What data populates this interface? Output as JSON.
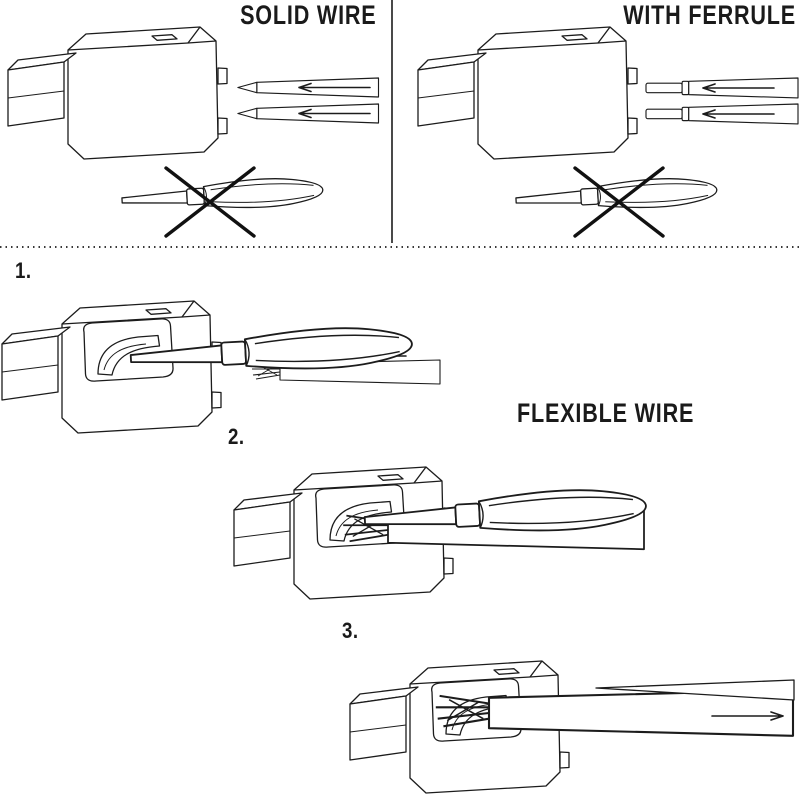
{
  "diagram": {
    "panels": {
      "solid_wire_label": "SOLID WIRE",
      "with_ferrule_label": "WITH FERRULE",
      "flexible_wire_label": "FLEXIBLE WIRE"
    },
    "steps": [
      {
        "label": "1."
      },
      {
        "label": "2."
      },
      {
        "label": "3."
      }
    ],
    "icons": {
      "connector": "push-in-terminal-connector-illustration",
      "screwdriver": "flat-screwdriver-icon",
      "cross": "no-screwdriver-cross-icon",
      "arrow_insert": "insert-direction-arrow-left",
      "arrow_remove": "remove-direction-arrow-right",
      "wire_solid": "solid-wire-illustration",
      "wire_ferrule": "ferrule-wire-illustration",
      "wire_flexible": "flexible-wire-illustration"
    },
    "colors": {
      "line": "#1c1c1c",
      "background": "#ffffff"
    }
  }
}
